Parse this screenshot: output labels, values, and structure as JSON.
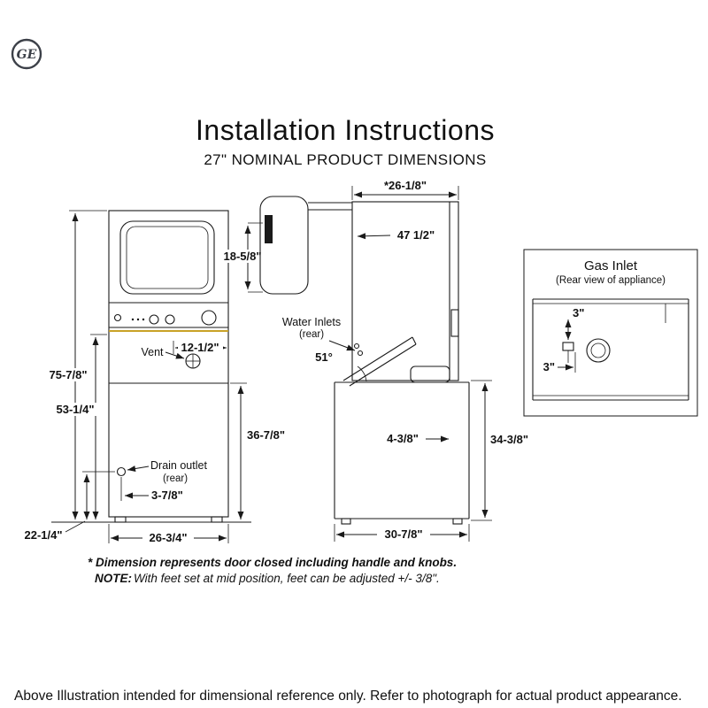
{
  "page": {
    "title": "Installation Instructions",
    "subtitle": "27\" NOMINAL PRODUCT DIMENSIONS"
  },
  "logo": {
    "monogram": "GE"
  },
  "front_view": {
    "height_total": "75-7/8\"",
    "control_height": "53-1/4\"",
    "vent_label": "Vent",
    "vent_offset": "12-1/2\"",
    "washer_height": "36-7/8\"",
    "drain_label": "Drain outlet",
    "drain_sub": "(rear)",
    "drain_offset": "3-7/8\"",
    "drain_height": "22-1/4\"",
    "width": "26-3/4\""
  },
  "side_view": {
    "depth": "*26-1/8\"",
    "door_dim": "18-5/8\"",
    "door_open_height": "47 1/2\"",
    "water_inlets": "Water Inlets",
    "water_inlets_sub": "(rear)",
    "lid_angle": "51°",
    "lid_offset": "4-3/8\"",
    "washer_height": "34-3/8\"",
    "depth_bottom": "30-7/8\""
  },
  "gas_inlet": {
    "title": "Gas Inlet",
    "subtitle": "(Rear view of appliance)",
    "dim_top": "3\"",
    "dim_side": "3\""
  },
  "notes": {
    "footnote": "* Dimension represents door closed including handle and knobs.",
    "note_label": "NOTE:",
    "note_text": "With feet set at mid position, feet can be adjusted +/- 3/8\".",
    "disclaimer": "Above Illustration intended for dimensional reference only. Refer to photograph for actual product appearance."
  },
  "colors": {
    "line": "#1a1a1a",
    "accent_gold": "#c9a227",
    "logo": "#3c4048"
  }
}
